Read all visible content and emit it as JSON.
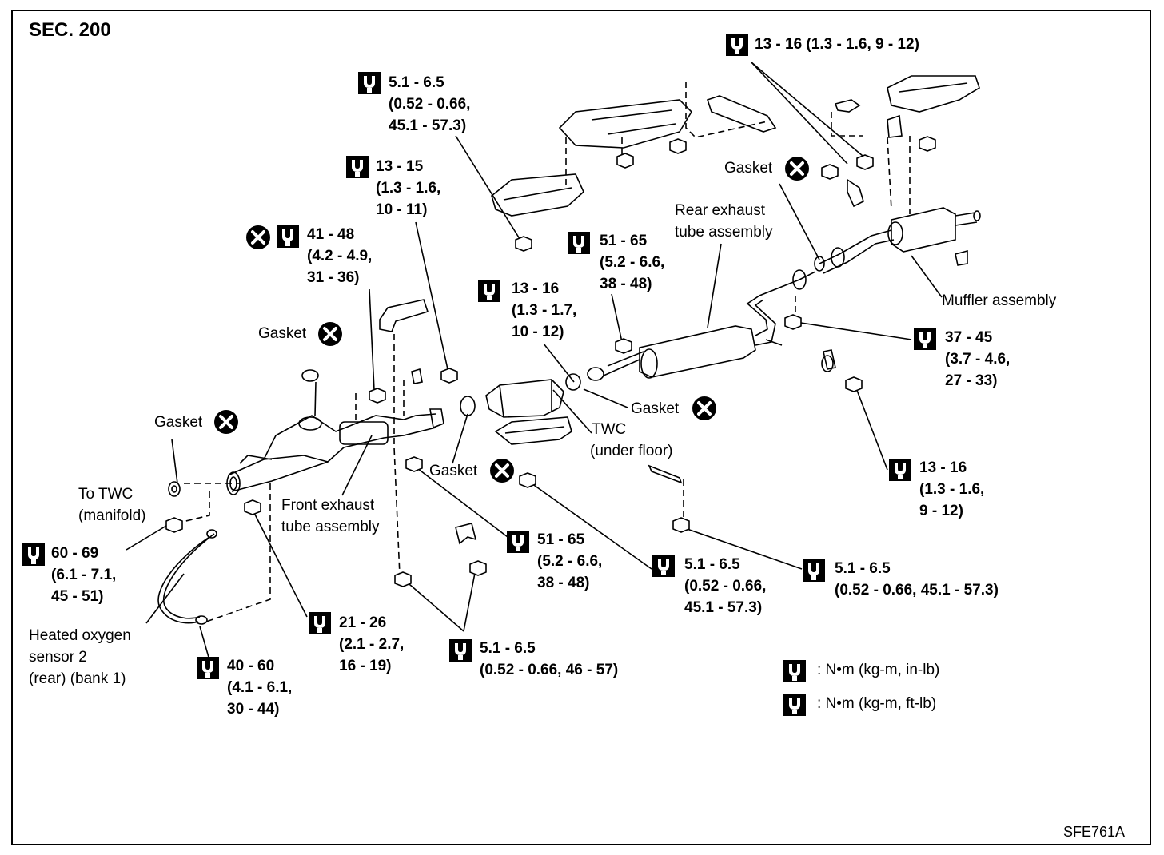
{
  "section": "SEC. 200",
  "figure_code": "SFE761A",
  "torques": {
    "t1": [
      "13 - 16 (1.3 - 1.6, 9 - 12)"
    ],
    "t2": [
      "5.1 - 6.5",
      "(0.52 - 0.66,",
      "45.1 - 57.3)"
    ],
    "t3": [
      "13 - 15",
      "(1.3 - 1.6,",
      "10 - 11)"
    ],
    "t4": [
      "41 - 48",
      "(4.2 - 4.9,",
      "31 - 36)"
    ],
    "t5": [
      "51 - 65",
      "(5.2 - 6.6,",
      "38 - 48)"
    ],
    "t6": [
      "13 - 16",
      "(1.3 - 1.7,",
      "10 - 12)"
    ],
    "t7": [
      "37 - 45",
      "(3.7 - 4.6,",
      "27 - 33)"
    ],
    "t8": [
      "13 - 16",
      "(1.3 - 1.6,",
      "9 - 12)"
    ],
    "t9": [
      "60 - 69",
      "(6.1 - 7.1,",
      "45 - 51)"
    ],
    "t10": [
      "51 - 65",
      "(5.2 - 6.6,",
      "38 - 48)"
    ],
    "t11": [
      "5.1 - 6.5",
      "(0.52 - 0.66,",
      "45.1 - 57.3)"
    ],
    "t12": [
      "5.1 - 6.5",
      "(0.52 - 0.66, 45.1 - 57.3)"
    ],
    "t13": [
      "21 - 26",
      "(2.1 - 2.7,",
      "16 - 19)"
    ],
    "t14": [
      "5.1 - 6.5",
      "(0.52 - 0.66, 46 - 57)"
    ],
    "t15": [
      "40 - 60",
      "(4.1 - 6.1,",
      "30 - 44)"
    ]
  },
  "labels": {
    "gasket": "Gasket",
    "rear_exhaust_1": "Rear exhaust",
    "rear_exhaust_2": "tube assembly",
    "muffler": "Muffler assembly",
    "twc_1": "TWC",
    "twc_2": "(under floor)",
    "front_exhaust_1": "Front exhaust",
    "front_exhaust_2": "tube assembly",
    "to_twc_1": "To TWC",
    "to_twc_2": "(manifold)",
    "sensor_1": "Heated oxygen",
    "sensor_2": "sensor 2",
    "sensor_3": "(rear) (bank 1)"
  },
  "legend": {
    "item1": ": N•m (kg-m, in-lb)",
    "item2": ": N•m (kg-m, ft-lb)"
  },
  "icons": [
    "wrench-icon",
    "replace-x-icon"
  ]
}
